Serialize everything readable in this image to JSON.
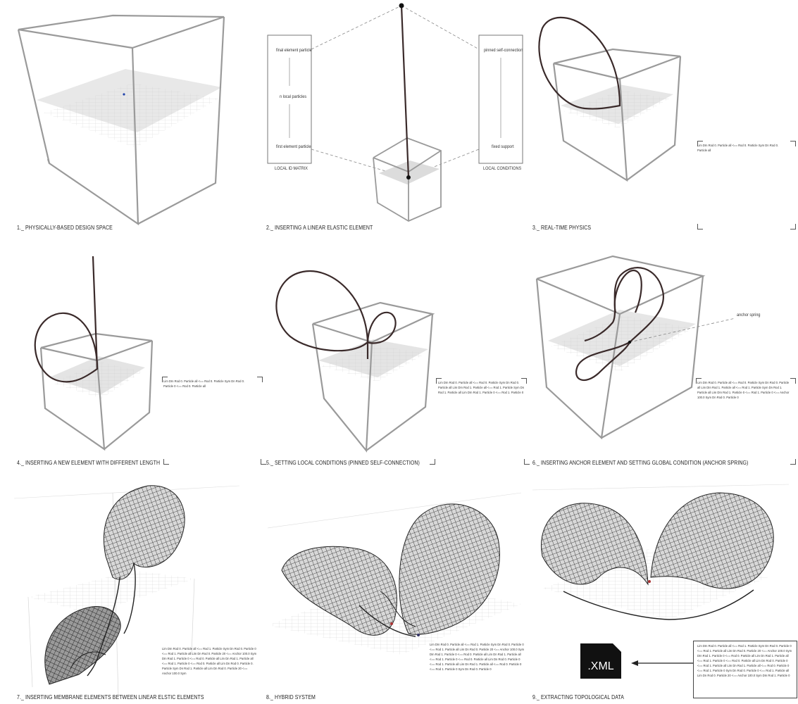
{
  "captions": {
    "p1": "1._ PHYSICALLY-BASED DESIGN SPACE",
    "p2": "2._ INSERTING A LINEAR ELASTIC ELEMENT",
    "p3": "3._ REAL-TIME PHYSICS",
    "p4": "4._ INSERTING A NEW ELEMENT WITH DIFFERENT LENGTH",
    "p5": "5._ SETTING LOCAL CONDITIONS (PINNED SELF-CONNECTION)",
    "p6": "6._ INSERTING ANCHOR ELEMENT AND SETTING GLOBAL CONDITION (ANCHOR SPRING)",
    "p7": "7._ INSERTING MEMBRANE ELEMENTS BETWEEN LINEAR ELSTIC ELEMENTS",
    "p8": "8._ HYBRID SYSTEM",
    "p9": "9._ EXTRACTING TOPOLOGICAL DATA"
  },
  "panel2": {
    "left_box": {
      "top": "final element particle",
      "middle": "n local particles",
      "bottom": "first element particle",
      "label": "LOCAL ID MATRIX"
    },
    "right_box": {
      "top": "pinned self-connection",
      "bottom": "fixed support",
      "label": "LOCAL CONDITIONS"
    }
  },
  "panel6": {
    "anchor_label": "anchor spring"
  },
  "code": {
    "p3": "Lim DIn Rod 0. Particle all <== Rod 0. Particle Sym Dn Rod 0. Particle all",
    "p4": "Lim DIn Rod 0. Particle all <== Rod 0. Particle Sym Dn Rod 0. Particle 0 <== Rod 0. Particle all",
    "p5": "Lim DIn Rod 0. Particle all <== Rod 0. Particle Sym Dn Rod 0. Particle all Lim DIn Rod 1. Particle all <== Rod 1. Particle Sym Dn Rod 1. Particle all Lim DIn Rod 1. Particle 0 <== Rod 1. Particle 0",
    "p6": "Lim DIn Rod 0. Particle all <== Rod 0. Particle Sym Dn Rod 0. Particle all Lim DIn Rod 1. Particle all <== Rod 1. Particle Sym Dn Rod 1. Particle all Lim DIn Rod 1. Particle 0 <== Rod 1. Particle 0 <== Anchor 100.0 Sym Dn Rod 0. Particle 0",
    "p7": "Lim DIn Rod 0. Particle all <== Rod 1. Particle Sym Dn Rod 0. Particle 0 <== Rod 1. Particle all Lim Dn Rod 0. Particle 20 <== Anchor 100.0 Sym DIn Rod 1. Particle 0 <== Rod 0. Particle all Lim Dn Rod 1. Particle all <== Rod 1. Particle 0 <== Rod 0. Particle all Lim Dn Rod 0. Particle 0. Particle Sym Dn Rod 1. Particle all Lim Dn Rod 0. Particle 20 <== Anchor 100.0 Sym",
    "p8": "Lim DIn Rod 0. Particle all <== Rod 1. Particle Sym Dn Rod 0. Particle 0 <== Rod 1. Particle all Lim Dn Rod 0. Particle 20 <== Anchor 100.0 Sym DIn Rod 1. Particle 0 <== Rod 0. Particle all Lim Dn Rod 1. Particle all <== Rod 1. Particle 0 <== Rod 0. Particle all Lim Dn Rod 0. Particle 0 <== Rod 1. Particle all Lim Dn Rod 1. Particle all <== Rod 0. Particle 0 <== Rod 1. Particle 0 Sym Dn Rod 0. Particle 0",
    "p9": "Lim DIn Rod 0. Particle all <== Rod 1. Particle Sym Dn Rod 0. Particle 0 <== Rod 1. Particle all Lim Dn Rod 0. Particle 20 <== Anchor 100.0 Sym DIn Rod 1. Particle 0 <== Rod 0. Particle all Lim Dn Rod 1. Particle all <== Rod 1. Particle 0 <== Rod 0. Particle all Lim Dn Rod 0. Particle 0 <== Rod 1. Particle all Lim Dn Rod 1. Particle all <== Rod 0. Particle 0 <== Rod 1. Particle 0 Sym Dn Rod 0. Particle 0 <== Rod 1. Particle all Lim Dn Rod 0. Particle 20 <== Anchor 100.0 Sym DIn Rod 1. Particle 0"
  },
  "xml_label": ".XML",
  "colors": {
    "cube": "#9a9a9a",
    "rod": "#3a2a2a",
    "grid": "#d4d4d4",
    "plane": "#e6e6e6",
    "membrane": "#4a4a4a"
  }
}
